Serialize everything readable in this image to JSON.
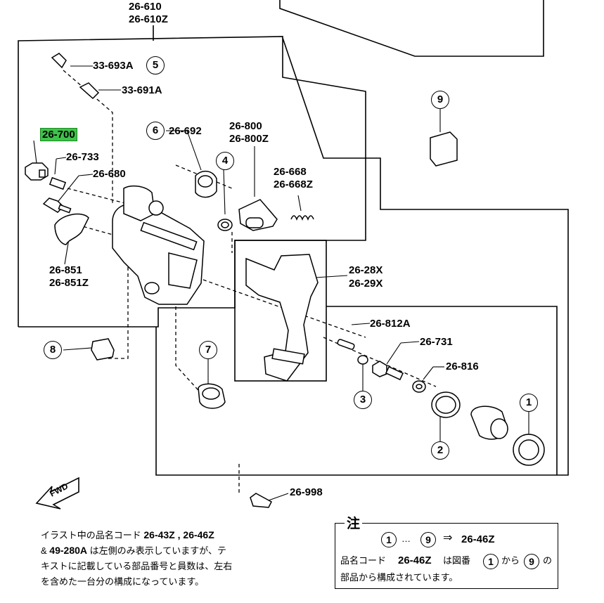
{
  "labels": {
    "caliper_assy_a": "26-610",
    "caliper_assy_b": "26-610Z",
    "bleeder_cap": "33-693A",
    "bleeder_screw": "33-691A",
    "bolt_highlight": "26-700",
    "part_26_733": "26-733",
    "part_26_680": "26-680",
    "part_26_692": "26-692",
    "part_26_800_a": "26-800",
    "part_26_800_b": "26-800Z",
    "part_26_668_a": "26-668",
    "part_26_668_b": "26-668Z",
    "part_26_851_a": "26-851",
    "part_26_851_b": "26-851Z",
    "part_26_28x": "26-28X",
    "part_26_29x": "26-29X",
    "part_26_812a": "26-812A",
    "part_26_731": "26-731",
    "part_26_816": "26-816",
    "part_26_998": "26-998"
  },
  "callouts": {
    "c1": "1",
    "c2": "2",
    "c3": "3",
    "c4": "4",
    "c5": "5",
    "c6": "6",
    "c7": "7",
    "c8": "8",
    "c9": "9"
  },
  "fwd_label": "FWD",
  "note_left": {
    "line1_text": "イラスト中の品名コード",
    "line1_codes": "26-43Z , 26-46Z",
    "line2_prefix": "&",
    "line2_code": "49-280A",
    "line2_text": "は左側のみ表示していますが、テ",
    "line3": "キストに記載している部品番号と員数は、左右",
    "line4": "を含めた一台分の構成になっています。"
  },
  "note_box": {
    "title": "注",
    "range_start": "1",
    "range_sep": "…",
    "range_end": "9",
    "arrow": "⇒",
    "range_code": "26-46Z",
    "line2_prefix": "品名コード",
    "line2_code": "26-46Z",
    "line2_mid": "は図番",
    "line2_from": "1",
    "line2_kara": "から",
    "line2_to": "9",
    "line2_no": "の",
    "line3": "部品から構成されています。"
  }
}
